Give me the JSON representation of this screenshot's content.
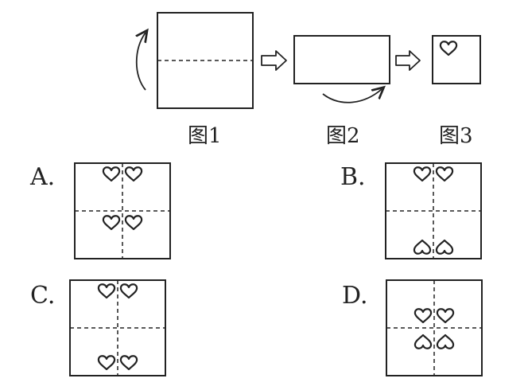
{
  "figures": [
    {
      "label": "图1",
      "description": "square with horizontal dashed fold line; curved arrow folds bottom up"
    },
    {
      "label": "图2",
      "description": "rectangle after first fold; curved arrow folds it in half again"
    },
    {
      "label": "图3",
      "description": "small square after second fold with a heart cut in the corner"
    }
  ],
  "options": [
    {
      "letter": "A.",
      "hearts": "two heart pairs at the center, above and below the horizontal fold"
    },
    {
      "letter": "B.",
      "hearts": "heart pair at top center, inverted heart pair at bottom center"
    },
    {
      "letter": "C.",
      "hearts": "heart pair at top center, heart pair at bottom center"
    },
    {
      "letter": "D.",
      "hearts": "heart pair above center, inverted heart pair below center"
    }
  ],
  "colors": {
    "ink": "#222222",
    "paper": "#ffffff"
  }
}
